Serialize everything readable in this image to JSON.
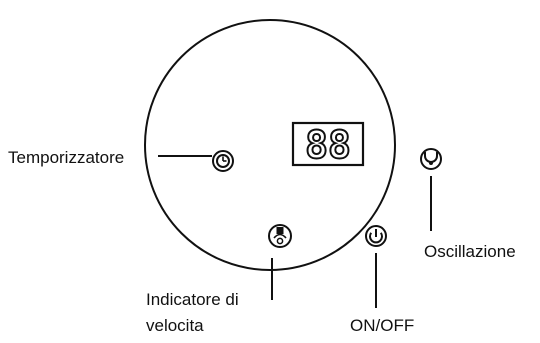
{
  "display": {
    "digits": "88"
  },
  "labels": {
    "timer": "Temporizzatore",
    "oscillation": "Oscillazione",
    "speed_line1": "Indicatore di",
    "speed_line2": "velocita",
    "power": "ON/OFF"
  },
  "icons": {
    "timer": "clock-icon",
    "oscillation": "oscillation-icon",
    "speed": "fan-speed-icon",
    "power": "power-icon"
  },
  "colors": {
    "stroke": "#111111",
    "background": "#ffffff"
  }
}
